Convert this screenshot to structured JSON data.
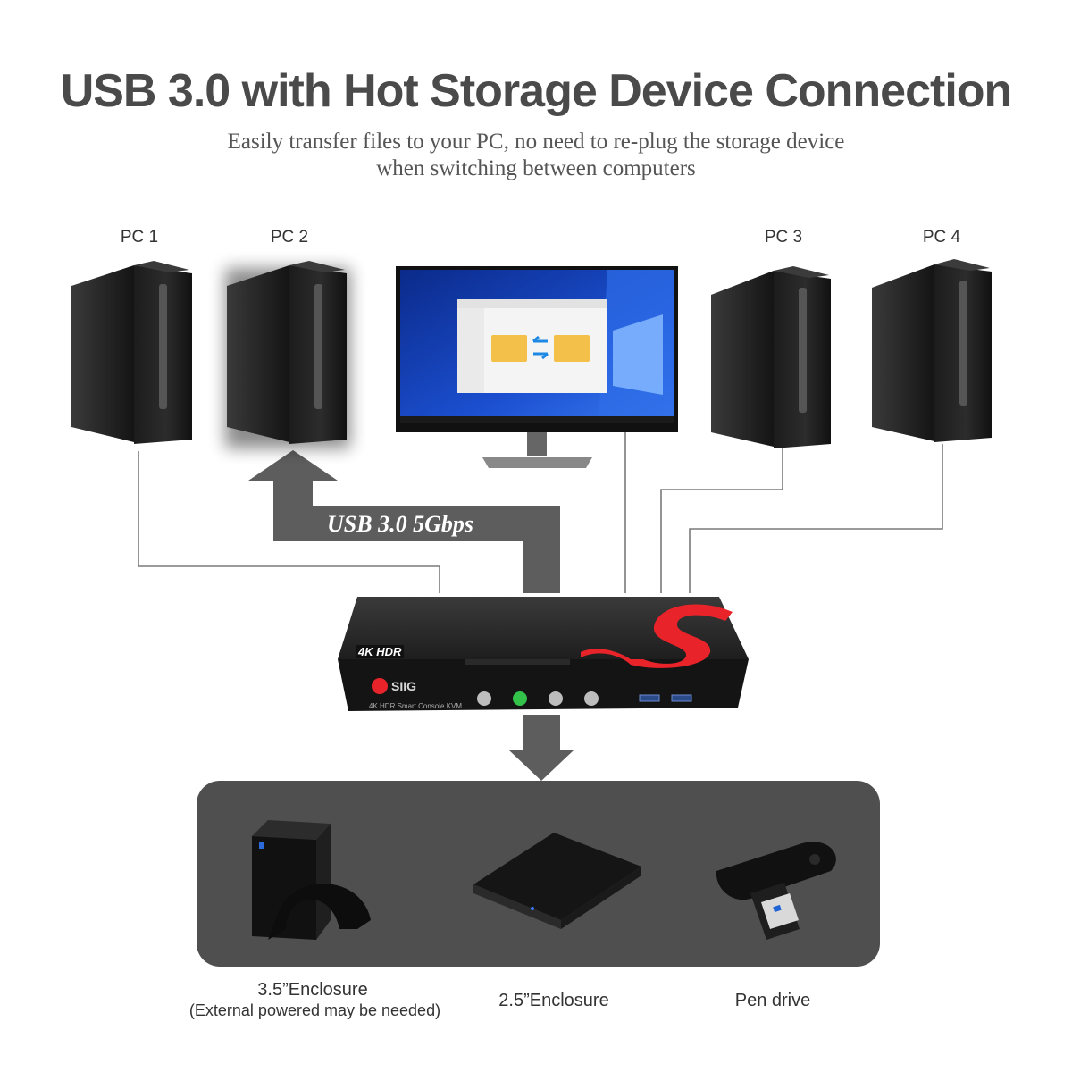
{
  "header": {
    "title": "USB 3.0 with Hot Storage Device Connection",
    "subtitle_line1": "Easily transfer files to your PC, no need to re-plug the storage device",
    "subtitle_line2": "when switching between computers"
  },
  "computers": [
    {
      "label": "PC 1",
      "active": false
    },
    {
      "label": "PC 2",
      "active": true
    },
    {
      "label": "PC 3",
      "active": false
    },
    {
      "label": "PC 4",
      "active": false
    }
  ],
  "link": {
    "label": "USB 3.0 5Gbps"
  },
  "kvm": {
    "badge": "4K HDR",
    "brand": "SIIG",
    "model": "4K HDR Smart Console KVM",
    "active_port": 2
  },
  "storage_devices": [
    {
      "label": "3.5”Enclosure",
      "note": "(External powered may be needed)"
    },
    {
      "label": "2.5”Enclosure",
      "note": ""
    },
    {
      "label": "Pen drive",
      "note": ""
    }
  ],
  "more_indicator": "••••",
  "colors": {
    "arrow": "#5d5d5d",
    "panel": "#4f4f4f",
    "accent_red": "#e8232a",
    "active_led": "#33c24a",
    "text": "#333333"
  }
}
